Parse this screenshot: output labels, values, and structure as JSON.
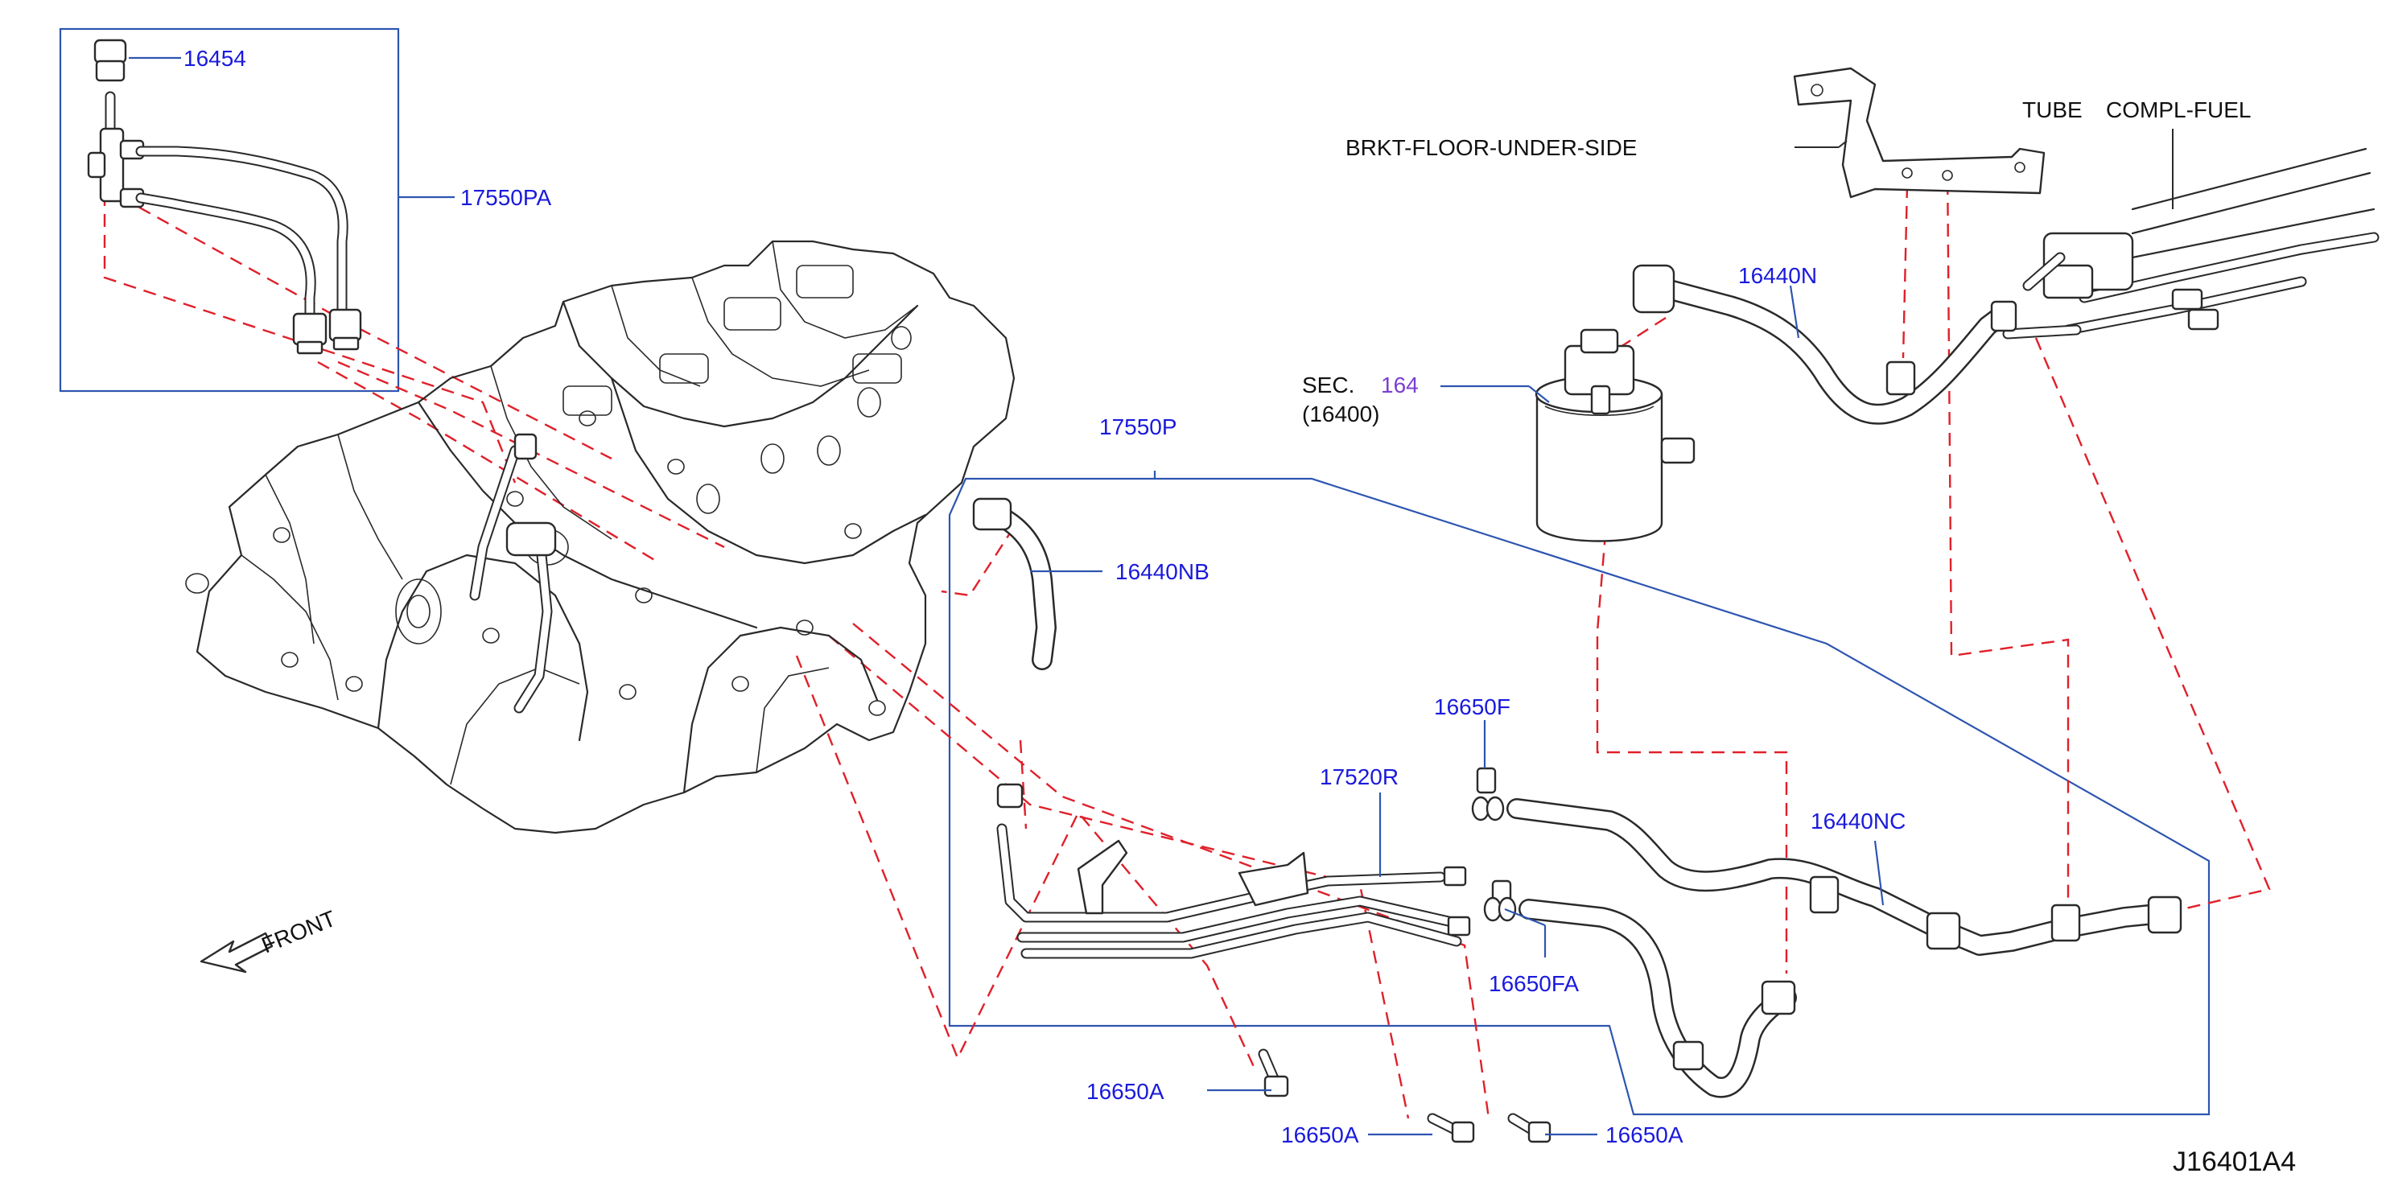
{
  "diagram_code": "J16401A4",
  "front_label": "FRONT",
  "labels": {
    "p16454": "16454",
    "p17550PA": "17550PA",
    "brkt": "BRKT-FLOOR-UNDER-SIDE",
    "tube": "TUBE",
    "compl_fuel": "COMPL-FUEL",
    "p16440N": "16440N",
    "sec": "SEC.",
    "sec_num": "164",
    "sec_ref": "(16400)",
    "p17550P": "17550P",
    "p16440NB": "16440NB",
    "p16650F": "16650F",
    "p17520R": "17520R",
    "p16440NC": "16440NC",
    "p16650FA": "16650FA",
    "p16650A_1": "16650A",
    "p16650A_2": "16650A",
    "p16650A_3": "16650A"
  },
  "colors": {
    "part_label": "#1a1adc",
    "callout_frame": "#2d55b0",
    "phantom_line": "#e0202a",
    "section_ref": "#7a3fd0"
  }
}
